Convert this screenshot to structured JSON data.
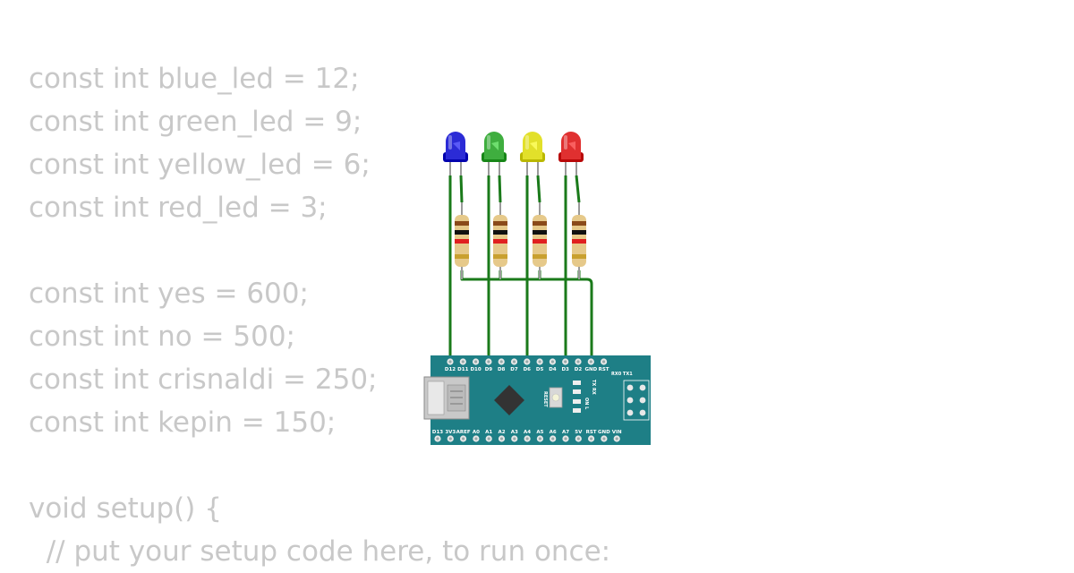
{
  "code_lines": [
    "const int blue_led = 12;",
    "const int green_led = 9;",
    "const int yellow_led = 6;",
    "const int red_led = 3;",
    "",
    "const int yes = 600;",
    "const int no = 500;",
    "const int crisnaldi = 250;",
    "const int kepin = 150;",
    "",
    "void setup() {",
    "  // put your setup code here, to run once:"
  ],
  "leds": [
    {
      "color": "blue",
      "hex": "#2b2bd6"
    },
    {
      "color": "green",
      "hex": "#3fae3f"
    },
    {
      "color": "yellow",
      "hex": "#e2e02a"
    },
    {
      "color": "red",
      "hex": "#e03030"
    }
  ],
  "wire_color": "#1a7a1a",
  "board": {
    "color": "#1e7f86",
    "top_pins": [
      "D12",
      "D11",
      "D10",
      "D9",
      "D8",
      "D7",
      "D6",
      "D5",
      "D4",
      "D3",
      "D2",
      "GND",
      "RST"
    ],
    "bottom_pins": [
      "D13",
      "3V3",
      "AREF",
      "A0",
      "A1",
      "A2",
      "A3",
      "A4",
      "A5",
      "A6",
      "A7",
      "5V",
      "RST",
      "GND",
      "VIN"
    ],
    "serial_label": "RX0 TX1",
    "reset_label": "RESET",
    "tx_rx_label": "TX RX",
    "on_l_label": "ON L"
  }
}
